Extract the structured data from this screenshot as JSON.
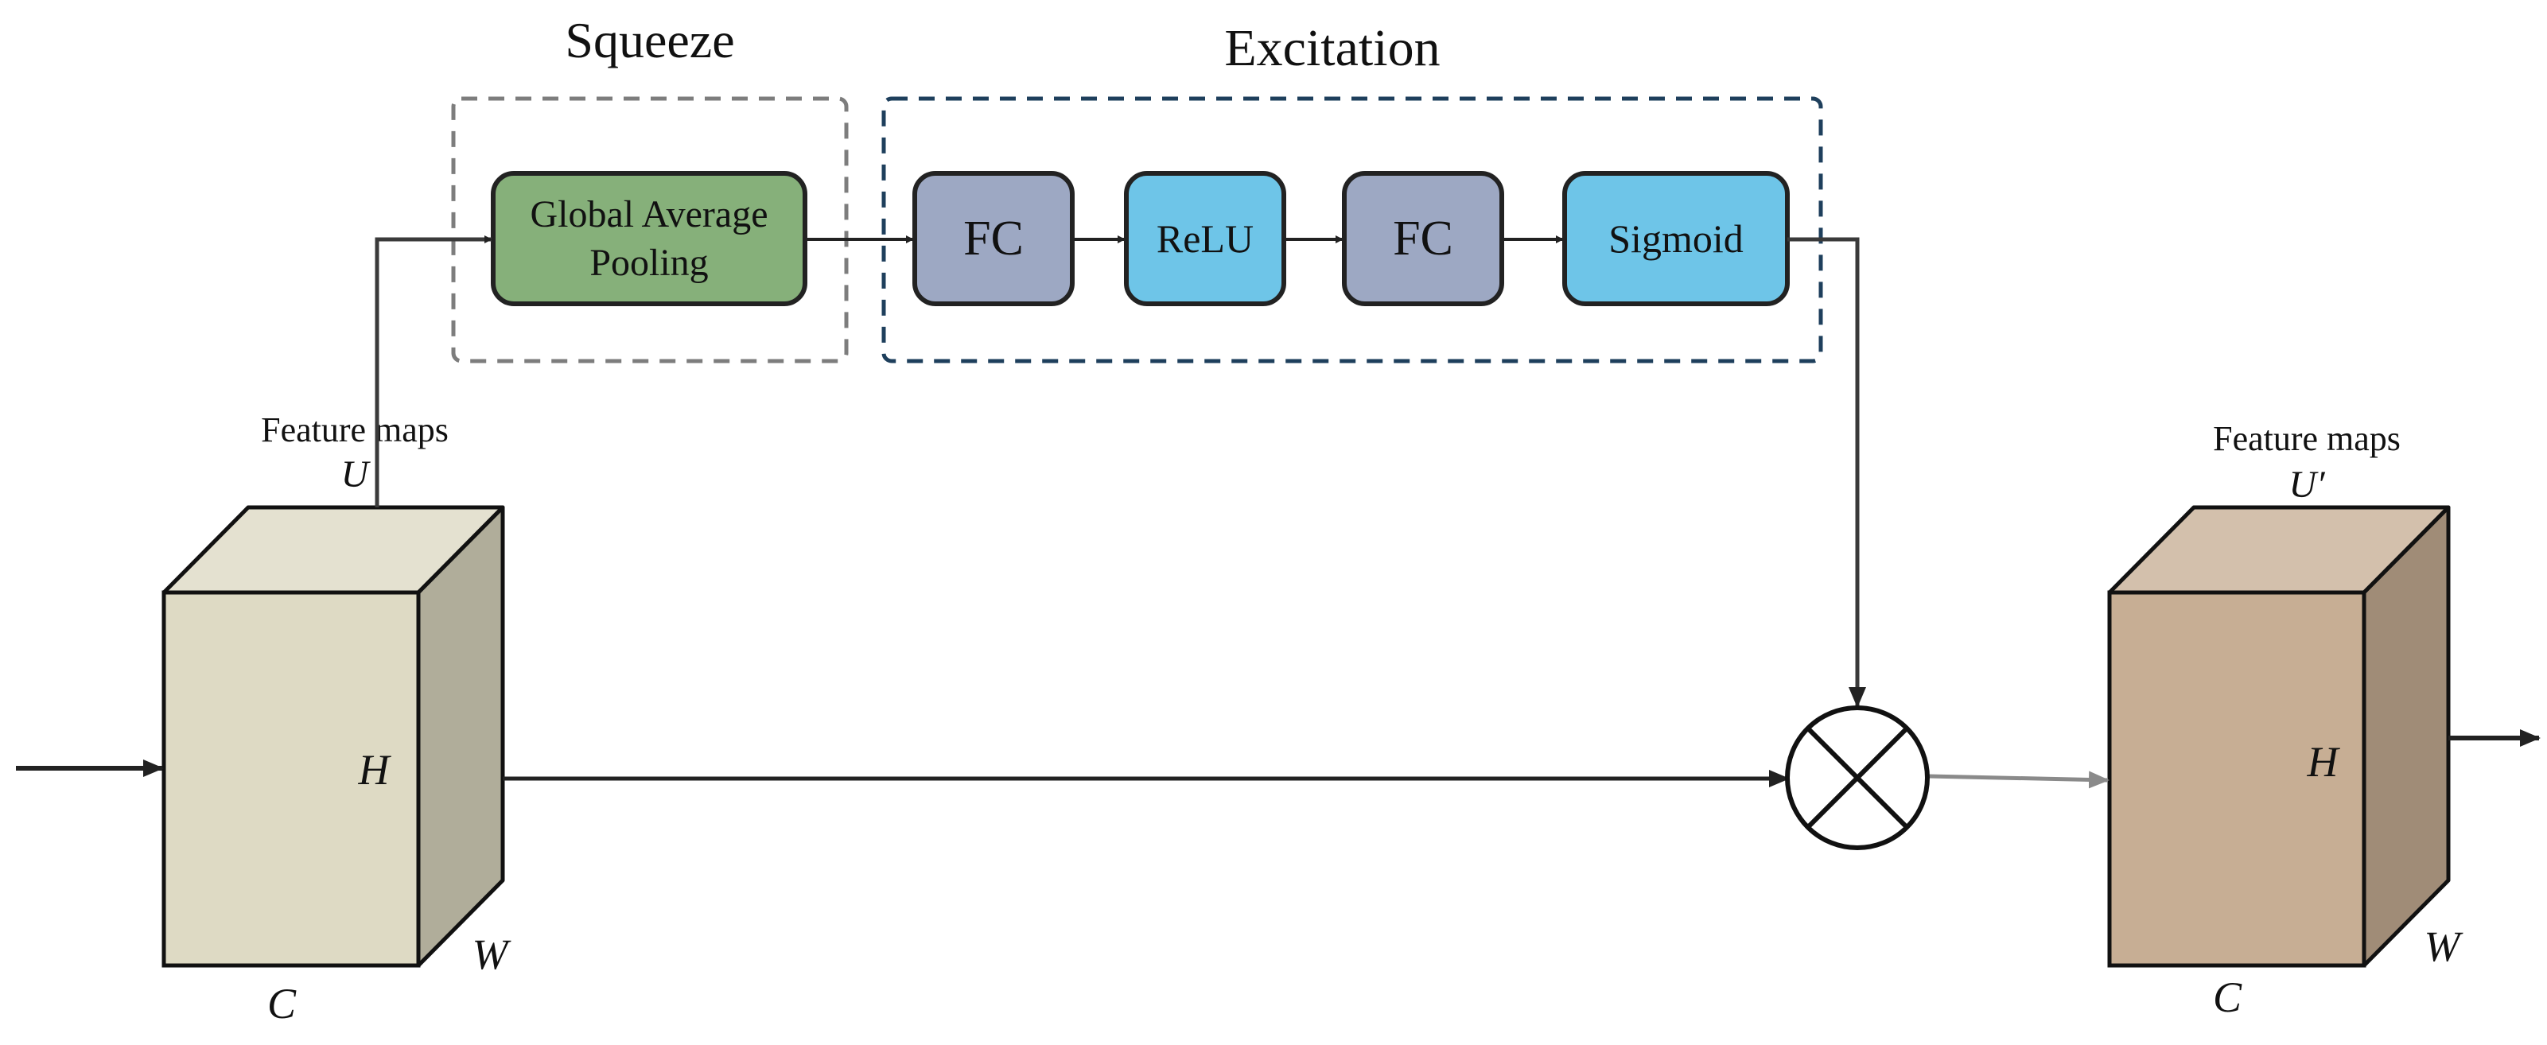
{
  "groups": {
    "squeeze": {
      "title": "Squeeze"
    },
    "excitation": {
      "title": "Excitation"
    }
  },
  "blocks": {
    "gap": {
      "line1": "Global Average",
      "line2": "Pooling",
      "color": "#86B07A"
    },
    "fc1": {
      "label": "FC",
      "color": "#9DA8C3"
    },
    "relu": {
      "label": "ReLU",
      "color": "#6EC5E8"
    },
    "fc2": {
      "label": "FC",
      "color": "#9DA8C3"
    },
    "sigmoid": {
      "label": "Sigmoid",
      "color": "#6EC5E8"
    }
  },
  "input_cube": {
    "title": "Feature maps",
    "symbol": "U",
    "height_label": "H",
    "width_label": "W",
    "channel_label": "C",
    "front_color": "#DEDAC4",
    "top_color": "#E4E1D0",
    "side_color": "#B0AD9A"
  },
  "output_cube": {
    "title": "Feature maps",
    "symbol": "U′",
    "height_label": "H",
    "width_label": "W",
    "channel_label": "C",
    "front_color": "#C7AE94",
    "top_color": "#D3C0AC",
    "side_color": "#A08C77"
  },
  "operator": {
    "name": "multiply",
    "symbol": "⊗"
  }
}
